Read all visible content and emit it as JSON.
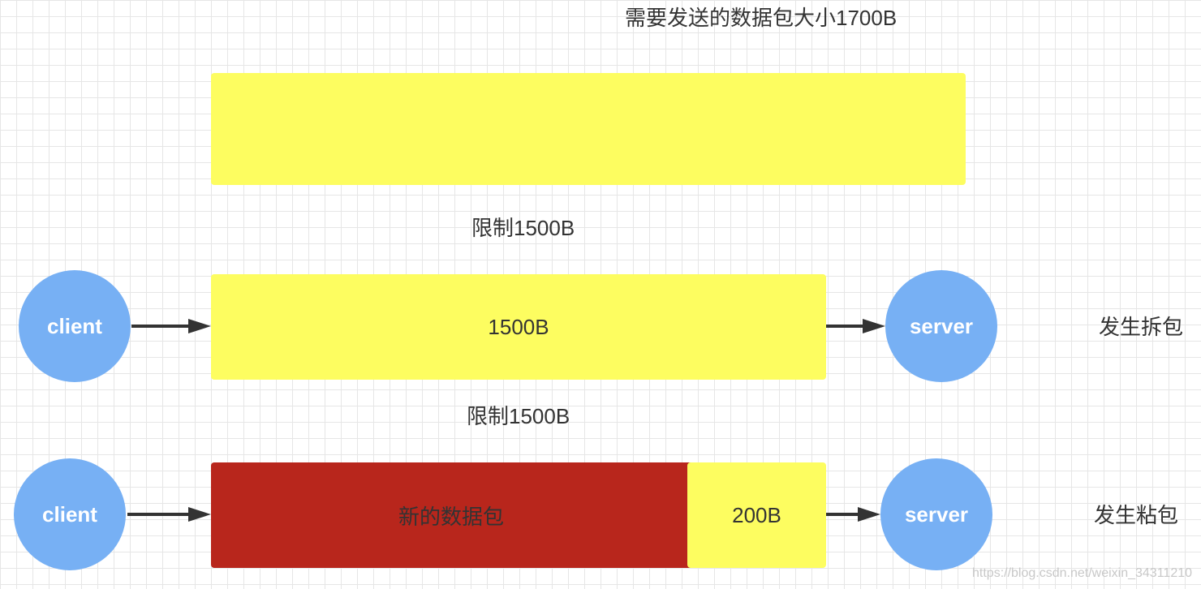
{
  "colors": {
    "packet": "#fdfd60",
    "new_packet": "#b8261c",
    "node": "#77b0f4",
    "arrow": "#333333"
  },
  "top": {
    "title": "需要发送的数据包大小1700B"
  },
  "row1": {
    "limit_label": "限制1500B",
    "client_label": "client",
    "packet_label": "1500B",
    "server_label": "server",
    "outcome_label": "发生拆包"
  },
  "row2": {
    "limit_label": "限制1500B",
    "client_label": "client",
    "new_packet_label": "新的数据包",
    "remainder_label": "200B",
    "server_label": "server",
    "outcome_label": "发生粘包"
  },
  "watermark": "https://blog.csdn.net/weixin_34311210"
}
